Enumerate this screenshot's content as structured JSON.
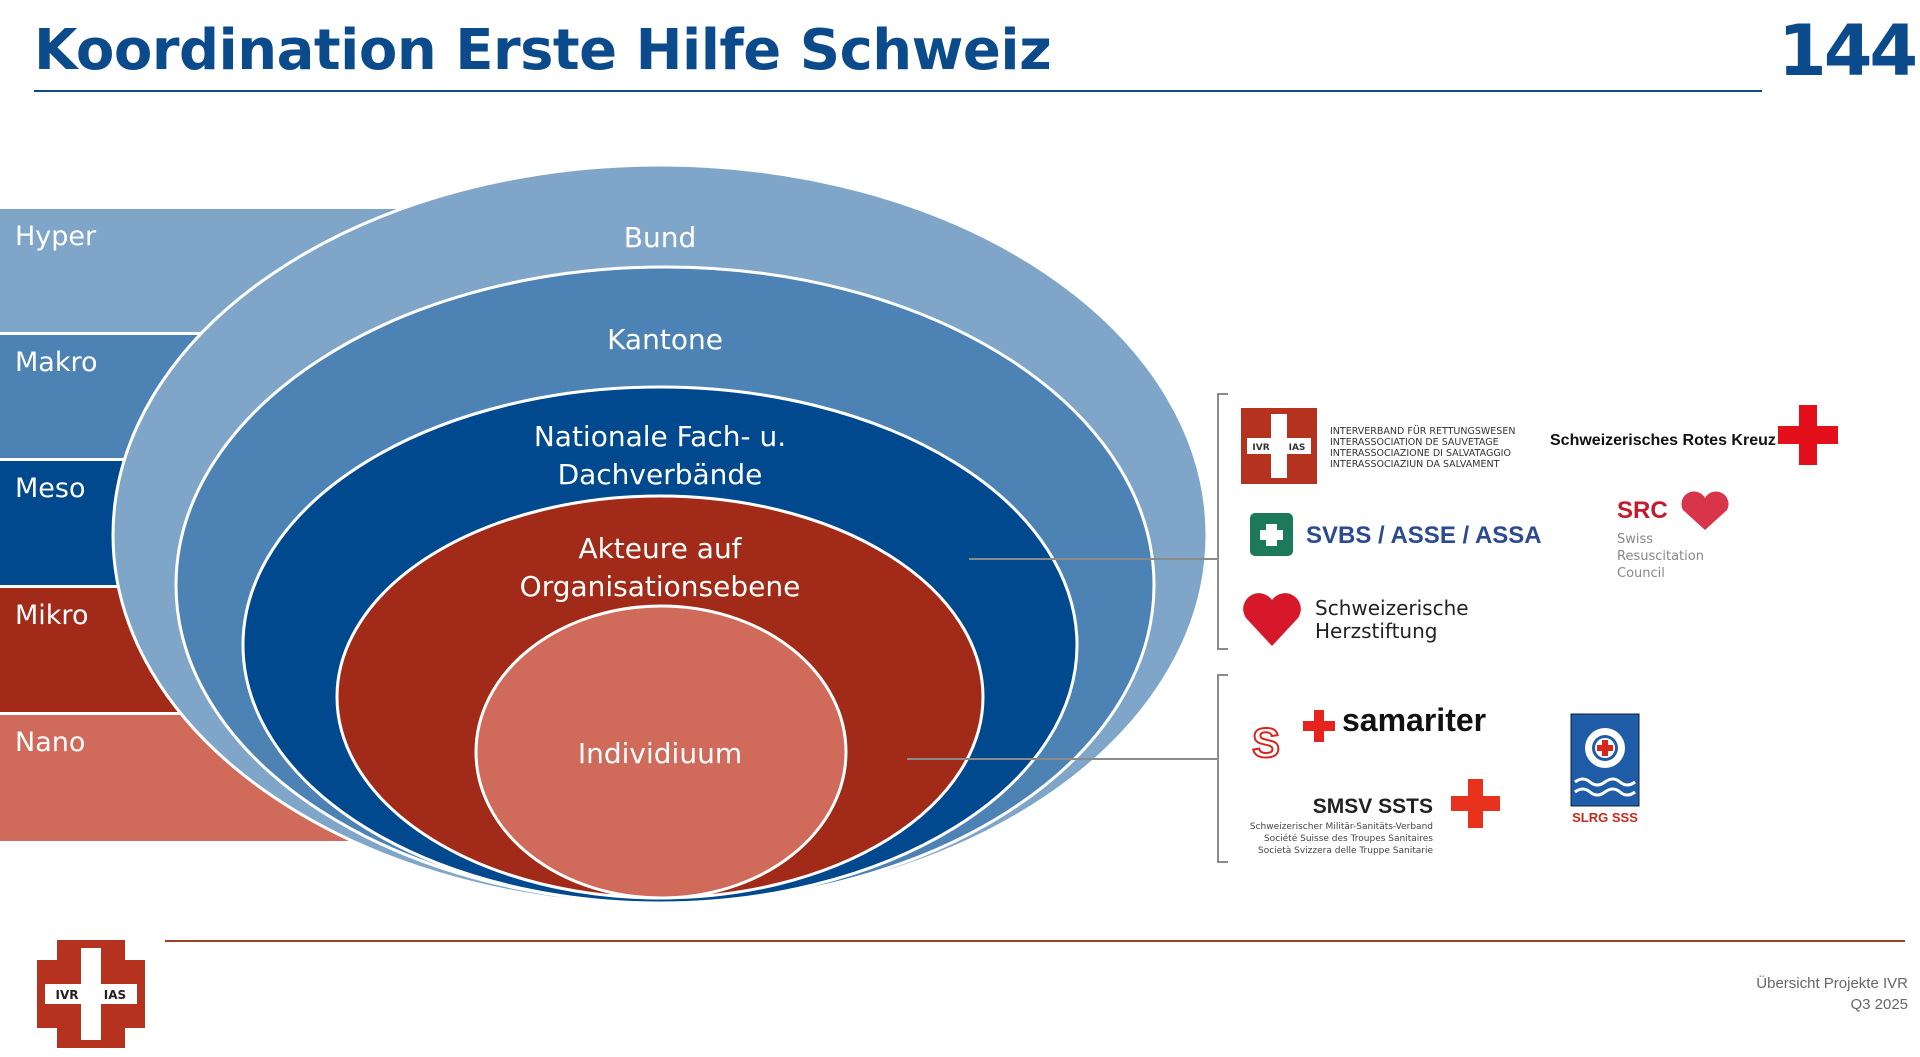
{
  "header": {
    "title": "Koordination Erste Hilfe Schweiz",
    "number": "144"
  },
  "levels": [
    {
      "label": "Hyper",
      "color": "#7fa6c9"
    },
    {
      "label": "Makro",
      "color": "#4d82b5"
    },
    {
      "label": "Meso",
      "color": "#00498e"
    },
    {
      "label": "Mikro",
      "color": "#a22a18"
    },
    {
      "label": "Nano",
      "color": "#d06a5a"
    }
  ],
  "rings": {
    "bund": "Bund",
    "kantone": "Kantone",
    "nationale_1": "Nationale Fach- u.",
    "nationale_2": "Dachverbände",
    "akteure_1": "Akteure auf",
    "akteure_2": "Organisationsebene",
    "individuum": "Individiuum"
  },
  "logos": {
    "ivr": {
      "badge_left": "IVR",
      "badge_right": "IAS",
      "lines": [
        "INTERVERBAND FÜR RETTUNGSWESEN",
        "INTERASSOCIATION DE SAUVETAGE",
        "INTERASSOCIAZIONE DI SALVATAGGIO",
        "INTERASSOCIAZIUN DA SALVAMENT"
      ]
    },
    "srk": "Schweizerisches Rotes Kreuz",
    "svbs": "SVBS / ASSE / ASSA",
    "src": {
      "abbr": "SRC",
      "lines": [
        "Swiss",
        "Resuscitation",
        "Council"
      ]
    },
    "herz": [
      "Schweizerische",
      "Herzstiftung"
    ],
    "samariter": "samariter",
    "smsv": {
      "name": "SMSV SSTS",
      "lines": [
        "Schweizerischer Militär-Sanitäts-Verband",
        "Société Suisse des Troupes Sanitaires",
        "Società Svizzera delle Truppe Sanitarie"
      ]
    },
    "slrg": "SLRG SSS"
  },
  "footer": {
    "line1": "Übersicht Projekte IVR",
    "line2": "Q3 2025"
  }
}
